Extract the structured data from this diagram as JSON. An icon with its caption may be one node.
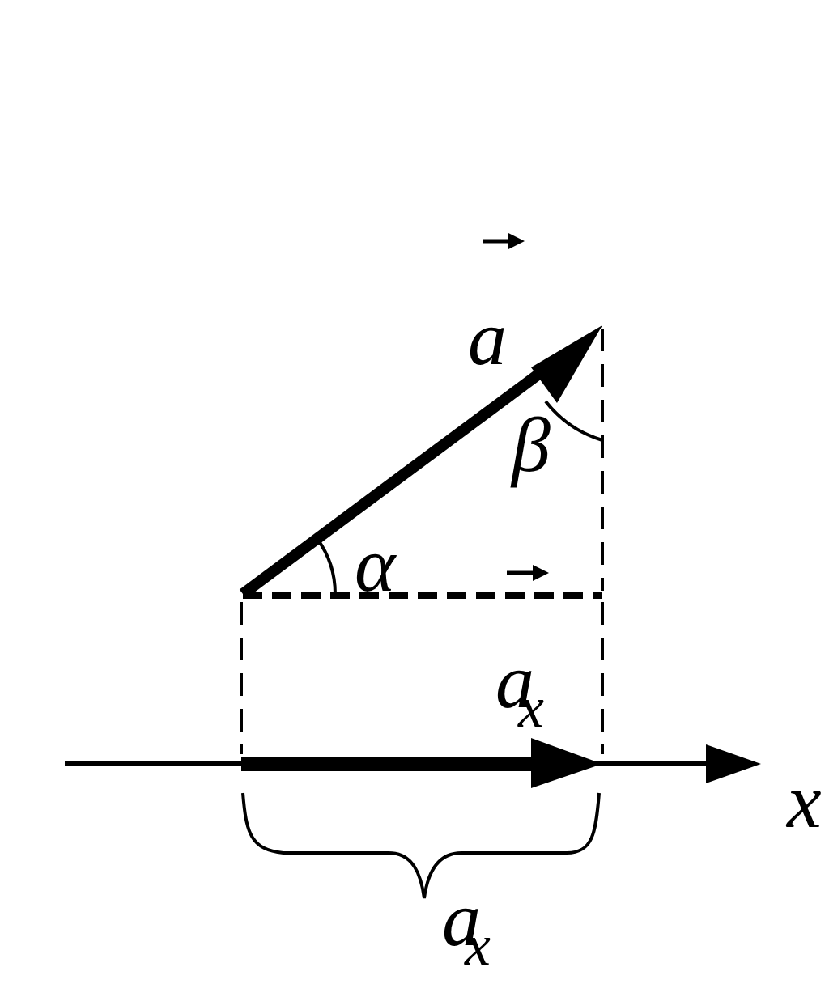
{
  "diagram": {
    "labels": [
      "a",
      "β",
      "α",
      "a$_{x}$",
      "x",
      "a$_{x}$"
    ]
  }
}
